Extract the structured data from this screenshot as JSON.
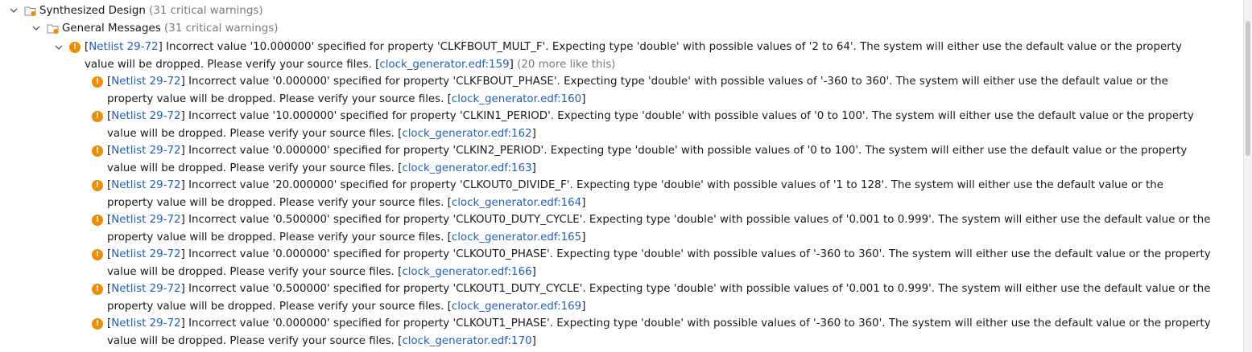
{
  "tree": {
    "root": {
      "label": "Synthesized Design",
      "count": "(31 critical warnings)"
    },
    "group": {
      "label": "General Messages",
      "count": "(31 critical warnings)"
    },
    "first": {
      "tag": "Netlist 29-72",
      "line1": " Incorrect value '10.000000' specified for property 'CLKFBOUT_MULT_F'. Expecting type 'double' with possible values of '2 to 64'. The system will either use the default value or the property",
      "line2": "value will be dropped. Please verify your source files. ",
      "link": "clock_generator.edf:159",
      "more": " (20 more like this)"
    },
    "messages": [
      {
        "tag": "Netlist 29-72",
        "line1": " Incorrect value '0.000000' specified for property 'CLKFBOUT_PHASE'. Expecting type 'double' with possible values of '-360 to 360'. The system will either use the default value or the",
        "line2": "property value will be dropped. Please verify your source files. ",
        "link": "clock_generator.edf:160"
      },
      {
        "tag": "Netlist 29-72",
        "line1": " Incorrect value '10.000000' specified for property 'CLKIN1_PERIOD'. Expecting type 'double' with possible values of '0 to 100'. The system will either use the default value or the property",
        "line2": "value will be dropped. Please verify your source files. ",
        "link": "clock_generator.edf:162"
      },
      {
        "tag": "Netlist 29-72",
        "line1": " Incorrect value '0.000000' specified for property 'CLKIN2_PERIOD'. Expecting type 'double' with possible values of '0 to 100'. The system will either use the default value or the property",
        "line2": "value will be dropped. Please verify your source files. ",
        "link": "clock_generator.edf:163"
      },
      {
        "tag": "Netlist 29-72",
        "line1": " Incorrect value '20.000000' specified for property 'CLKOUT0_DIVIDE_F'. Expecting type 'double' with possible values of '1 to 128'. The system will either use the default value or the",
        "line2": "property value will be dropped. Please verify your source files. ",
        "link": "clock_generator.edf:164"
      },
      {
        "tag": "Netlist 29-72",
        "line1": " Incorrect value '0.500000' specified for property 'CLKOUT0_DUTY_CYCLE'. Expecting type 'double' with possible values of '0.001 to 0.999'. The system will either use the default value or the",
        "line2": "property value will be dropped. Please verify your source files. ",
        "link": "clock_generator.edf:165"
      },
      {
        "tag": "Netlist 29-72",
        "line1": " Incorrect value '0.000000' specified for property 'CLKOUT0_PHASE'. Expecting type 'double' with possible values of '-360 to 360'. The system will either use the default value or the property",
        "line2": "value will be dropped. Please verify your source files. ",
        "link": "clock_generator.edf:166"
      },
      {
        "tag": "Netlist 29-72",
        "line1": " Incorrect value '0.500000' specified for property 'CLKOUT1_DUTY_CYCLE'. Expecting type 'double' with possible values of '0.001 to 0.999'. The system will either use the default value or the",
        "line2": "property value will be dropped. Please verify your source files. ",
        "link": "clock_generator.edf:169"
      },
      {
        "tag": "Netlist 29-72",
        "line1": " Incorrect value '0.000000' specified for property 'CLKOUT1_PHASE'. Expecting type 'double' with possible values of '-360 to 360'. The system will either use the default value or the property",
        "line2": "value will be dropped. Please verify your source files. ",
        "link": "clock_generator.edf:170"
      }
    ]
  },
  "icons": {
    "expand": "chevron-down-icon",
    "folder": "folder-icon",
    "warning": "critical-warning-icon"
  },
  "colors": {
    "link": "#1f5fbf",
    "muted": "#7a7a7a",
    "warning": "#f08c00"
  }
}
